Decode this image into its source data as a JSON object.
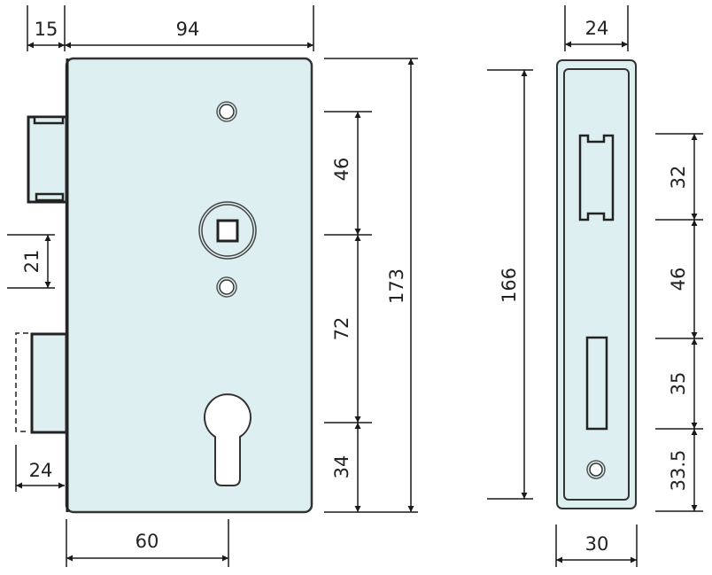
{
  "colors": {
    "body_fill": "#ddeff0",
    "outline": "#222222",
    "line": "#1a1a1a",
    "background": "#ffffff"
  },
  "front_view": {
    "dimensions": {
      "backset_offset": "15",
      "body_width": "94",
      "latch_height": "21",
      "bolt_throw": "24",
      "keyhole_offset": "60",
      "upper_spacing": "46",
      "center_spacing": "72",
      "lower_spacing": "34",
      "total_height": "173"
    }
  },
  "side_view": {
    "dimensions": {
      "faceplate_inner_width": "24",
      "faceplate_outer_width": "30",
      "faceplate_height": "166",
      "segment_1": "32",
      "segment_2": "46",
      "segment_3": "35",
      "segment_4": "33.5"
    }
  }
}
